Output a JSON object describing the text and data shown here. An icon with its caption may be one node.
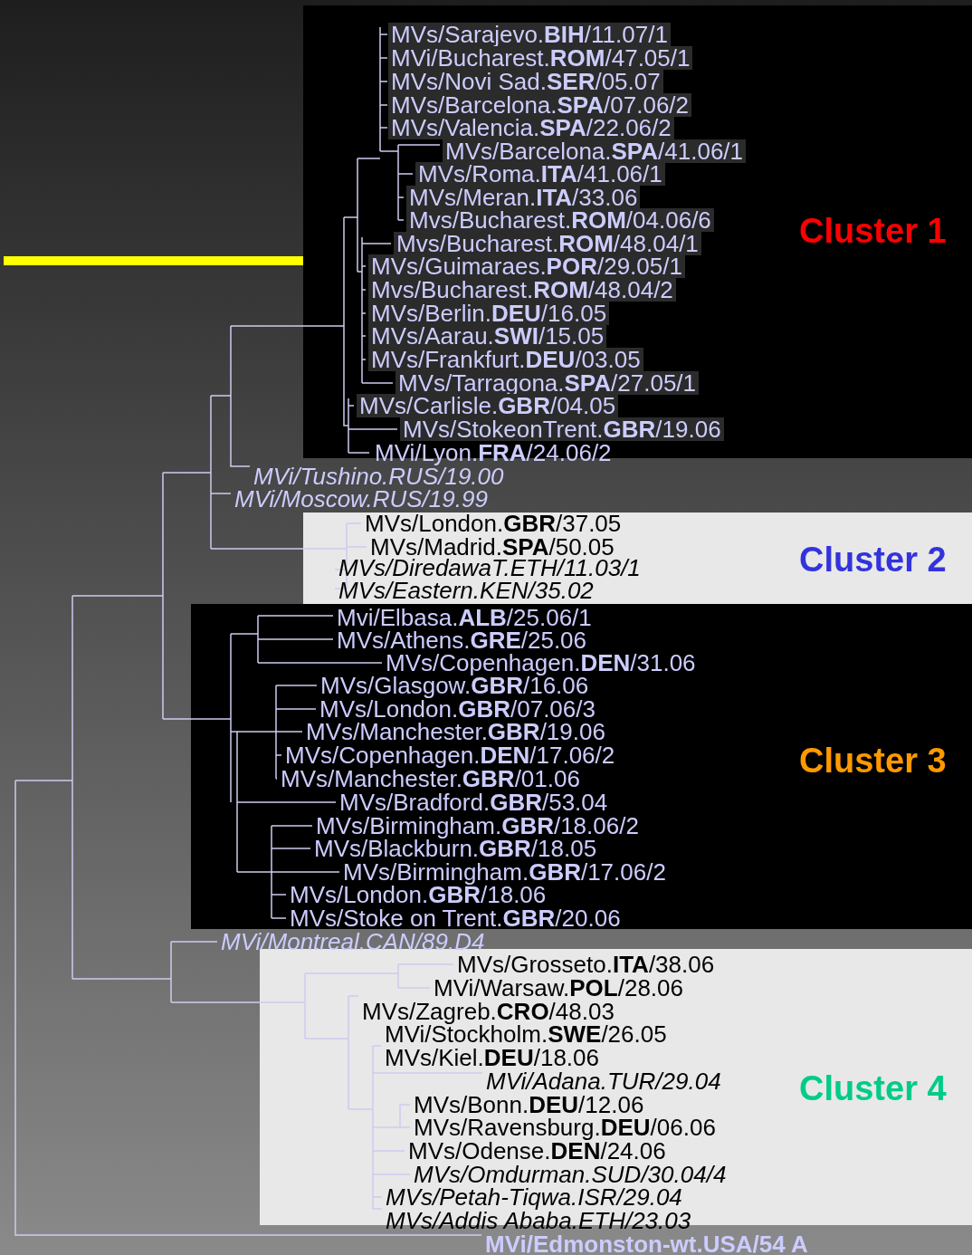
{
  "diagram": {
    "nodes": [
      {
        "text": [
          "Cluster 1"
        ]
      },
      {
        "text": [
          "Cluster 2"
        ]
      },
      {
        "text": [
          "Cluster 3"
        ]
      },
      {
        "text": [
          "Cluster 4"
        ]
      }
    ],
    "labels": [
      "MVs/Sarajevo.**BIH**/11.07/1",
      "MVi/Bucharest.**ROM**/47.05/1",
      "MVs/Novi Sad.**SER**/05.07",
      "MVs/Barcelona.**SPA**/07.06/2",
      "MVs/Valencia.**SPA**/22.06/2",
      "MVs/Barcelona.**SPA**/41.06/1",
      "MVs/Roma.**ITA**/41.06/1",
      "MVs/Meran.**ITA**/33.06",
      "Mvs/Bucharest.**ROM**/04.06/6",
      "Mvs/Bucharest.**ROM**/48.04/1",
      "MVs/Guimaraes.**POR**/29.05/1",
      "Mvs/Bucharest.**ROM**/48.04/2",
      "MVs/Berlin.**DEU**/16.05",
      "MVs/Aarau.**SWI**/15.05",
      "MVs/Frankfurt.**DEU**/03.05",
      "MVs/Tarragona.**SPA**/27.05/1",
      "MVs/Carlisle.**GBR**/04.05",
      "MVs/StokeonTrent.**GBR**/19.06",
      "MVi/Lyon.**FRA**/24.06/2",
      "MVi/Tushino.RUS/19.00",
      "MVi/Moscow.RUS/19.99",
      "MVs/London.**GBR**/37.05",
      "MVs/Madrid.**SPA**/50.05",
      "MVs/DiredawaT.ETH/11.03/1",
      "MVs/Eastern.KEN/35.02",
      "Mvi/Elbasa.**ALB**/25.06/1",
      "MVs/Athens.**GRE**/25.06",
      "MVs/Copenhagen.**DEN**/31.06",
      "MVs/Glasgow.**GBR**/16.06",
      "MVs/London.**GBR**/07.06/3",
      "MVs/Manchester.**GBR**/19.06",
      "MVs/Copenhagen.**DEN**/17.06/2",
      "MVs/Manchester.**GBR**/01.06",
      "MVs/Bradford.**GBR**/53.04",
      "MVs/Birmingham.**GBR**/18.06/2",
      "MVs/Blackburn.**GBR**/18.05",
      "MVs/Birmingham.**GBR**/17.06/2",
      "MVs/London.**GBR**/18.06",
      "MVs/Stoke on Trent.**GBR**/20.06",
      "MVi/Montreal.CAN/89.D4",
      "MVs/Grosseto.**ITA**/38.06",
      "MVi/Warsaw.**POL**/28.06",
      "MVs/Zagreb.**CRO**/48.03",
      "MVi/Stockholm.**SWE**/26.05",
      "MVs/Kiel.**DEU**/18.06",
      "MVi/Adana.TUR/29.04",
      "MVs/Bonn.**DEU**/12.06",
      "MVs/Ravensburg.**DEU**/06.06",
      "MVs/Odense.**DEN**/24.06",
      "MVs/Omdurman.SUD/30.04/4",
      "MVs/Petah-Tiqwa.ISR/29.04",
      "MVs/Addis Ababa.ETH/23.03",
      "MVi/Edmonston-wt.USA/54 A"
    ]
  }
}
